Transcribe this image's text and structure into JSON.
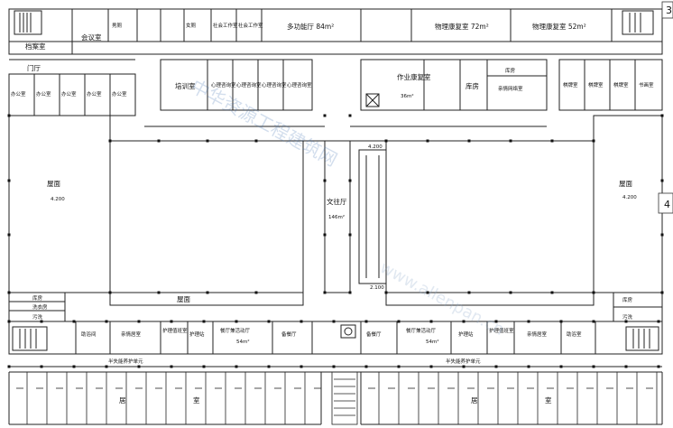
{
  "axis_markers": {
    "top_right": "3",
    "right_mid": "4"
  },
  "rooms": {
    "archive": "档案室",
    "meeting": "会议室",
    "male_wc": "男厕",
    "female_wc": "女厕",
    "social_work_1": "社会工作室",
    "social_work_2": "社会工作室",
    "multi_hall": "多功能厅 84m²",
    "physio_1": "物理康复室 72m²",
    "physio_2": "物理康复室 52m²",
    "foyer": "门厅",
    "office": "办公室",
    "training": "培训室",
    "counsel": "心理咨询室",
    "ot_room": "作业康复室",
    "ot_area": "36m²",
    "store": "库房",
    "family_net": "亲情网络室",
    "chess": "棋牌室",
    "calligraphy": "书画室",
    "roof": "屋面",
    "roof_level": "4.200",
    "atrium": "文往厅",
    "atrium_area": "146m²",
    "level_4200": "4.200",
    "level_2100": "2.100",
    "laundry": "洗衣房",
    "wash": "污洗",
    "bath_l": "助浴间",
    "family_l": "亲情居室",
    "nurse_duty": "护理值班室",
    "nurse_station": "护理站",
    "dining_act": "餐厅兼活动厅",
    "dining_area": "54m²",
    "prep_dining": "备餐厅",
    "bath_r": "助浴室",
    "half_care": "半失能养护单元",
    "bedroom_a": "居",
    "bedroom_b": "室",
    "wash_r": "污洗"
  },
  "watermark": {
    "cn": "中华资源工程建筑网",
    "en": "www.allenpan.cn"
  }
}
